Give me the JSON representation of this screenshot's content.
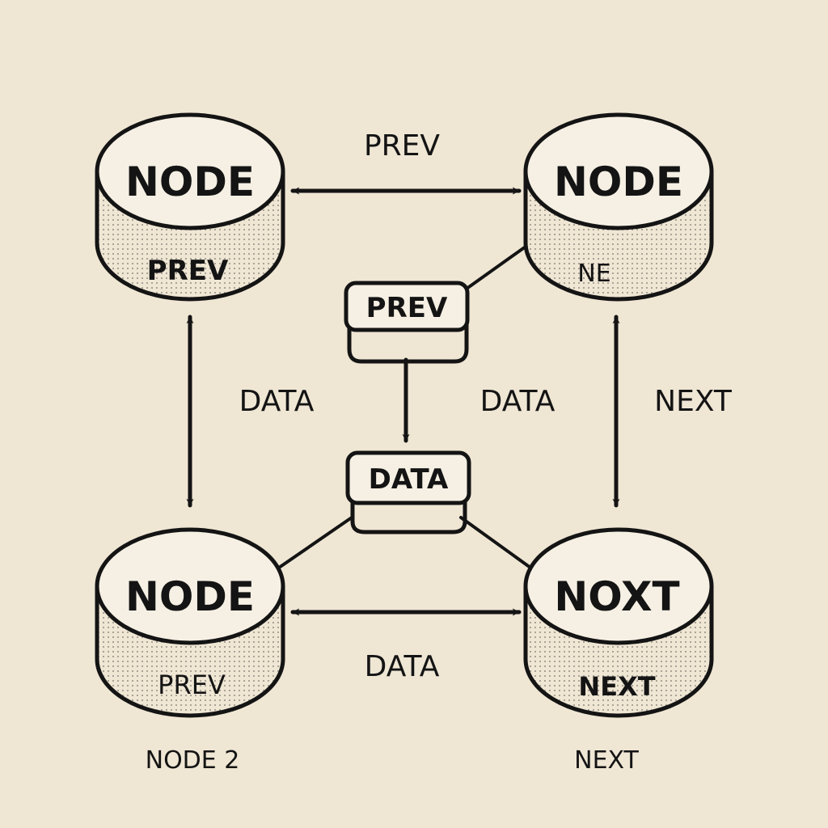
{
  "colors": {
    "background": "#efe6d4",
    "ink": "#141414",
    "node_fill": "#f6f0e4"
  },
  "nodes": {
    "top_left": {
      "title": "NODE",
      "field": "PREV"
    },
    "top_right": {
      "title": "NODE",
      "field": "NE"
    },
    "bottom_left": {
      "title": "NODE",
      "field": "PREV"
    },
    "bottom_right": {
      "title": "NOXT",
      "field": "NEXT"
    }
  },
  "boxes": {
    "center_top": {
      "label": "PREV"
    },
    "center_bottom": {
      "label": "DATA"
    }
  },
  "edge_labels": {
    "top": "PREV",
    "left": "DATA",
    "center": "DATA",
    "right": "NEXT",
    "bottom": "DATA"
  },
  "captions": {
    "bottom_left": "NODE 2",
    "bottom_right": "NEXT"
  }
}
